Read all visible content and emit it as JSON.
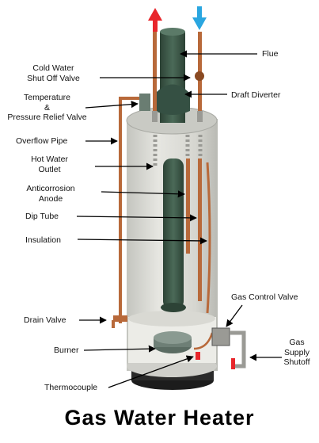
{
  "title": "Gas Water Heater",
  "labels": {
    "flue": "Flue",
    "cold_water_shutoff": "Cold Water\nShut Off Valve",
    "draft_diverter": "Draft Diverter",
    "temp_pressure_valve": "Temperature\n&\nPressure Relief Valve",
    "overflow_pipe": "Overflow Pipe",
    "hot_water_outlet": "Hot Water\nOutlet",
    "anticorrosion_anode": "Anticorrosion\nAnode",
    "dip_tube": "Dip Tube",
    "insulation": "Insulation",
    "gas_control_valve": "Gas Control Valve",
    "drain_valve": "Drain Valve",
    "gas_supply_shutoff": "Gas\nSupply\nShutoff",
    "burner": "Burner",
    "thermocouple": "Thermocouple"
  },
  "colors": {
    "hot_arrow": "#e8262b",
    "cold_arrow": "#2aa6e0",
    "tank_body": "#dcdcd6",
    "tank_top": "#c9cac4",
    "flue_green": "#3f5a4a",
    "copper": "#b8693a",
    "base": "#1c1c1c"
  }
}
